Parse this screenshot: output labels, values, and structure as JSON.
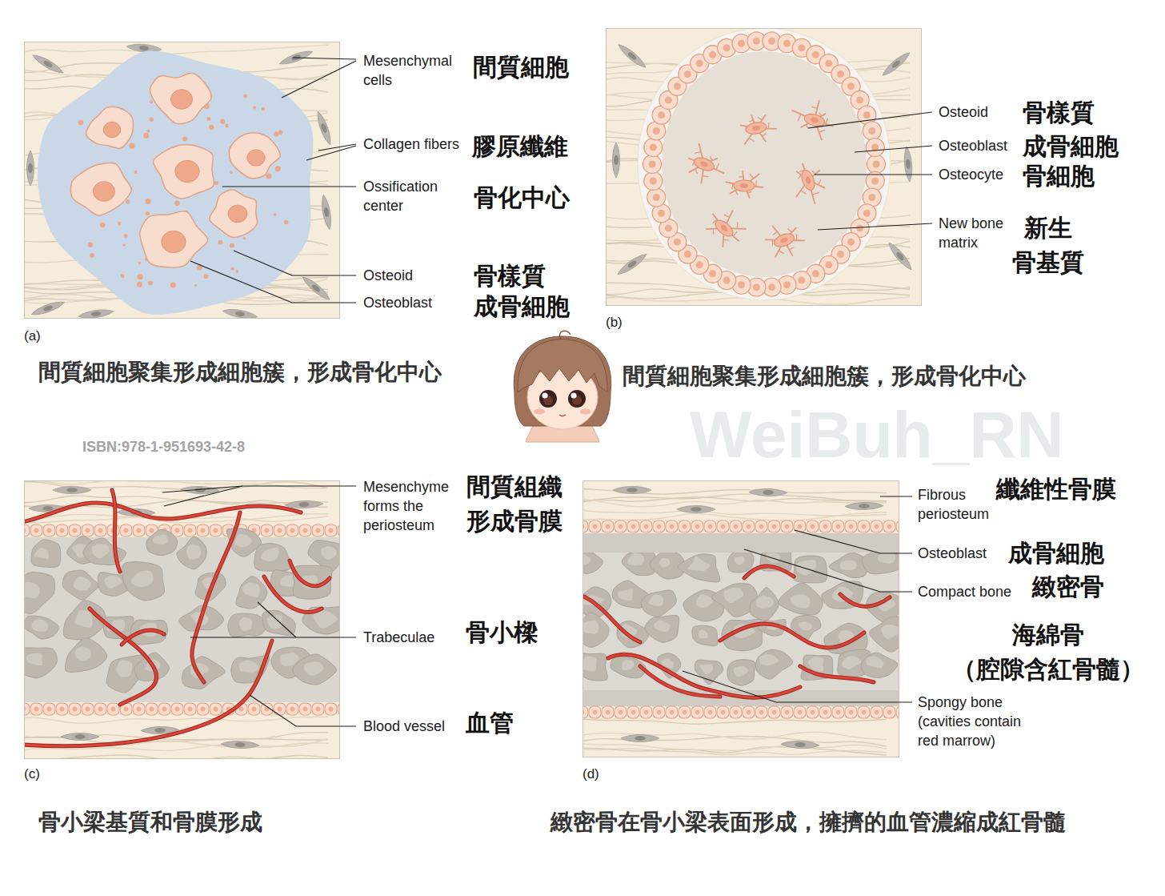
{
  "diagram": {
    "labels": [
      "Mesenchymal cells",
      "間質細胞",
      "Collagen fibers",
      "膠原纖維",
      "Ossification center",
      "骨化中心",
      "Osteoid",
      "骨樣質",
      "Osteoblast",
      "成骨細胞",
      "(a)",
      "間質細胞聚集形成細胞簇，形成骨化中心",
      "Osteoid",
      "骨樣質",
      "Osteoblast",
      "成骨細胞",
      "Osteocyte",
      "骨細胞",
      "New bone matrix",
      "新生 骨基質",
      "(b)",
      "間質細胞聚集形成細胞簇，形成骨化中心",
      "ISBN:978-1-951693-42-8",
      "WeiBuh_RN",
      "Mesenchyme forms the periosteum",
      "間質組織 形成骨膜",
      "Trabeculae",
      "骨小樑",
      "Blood vessel",
      "血管",
      "(c)",
      "骨小梁基質和骨膜形成",
      "Fibrous periosteum",
      "纖維性骨膜",
      "Osteoblast",
      "成骨細胞",
      "Compact bone",
      "緻密骨",
      "海綿骨 （腔隙含紅骨髓）",
      "Spongy bone (cavities contain red marrow)",
      "(d)",
      "緻密骨在骨小梁表面形成，擁擠的血管濃縮成紅骨髓"
    ]
  }
}
